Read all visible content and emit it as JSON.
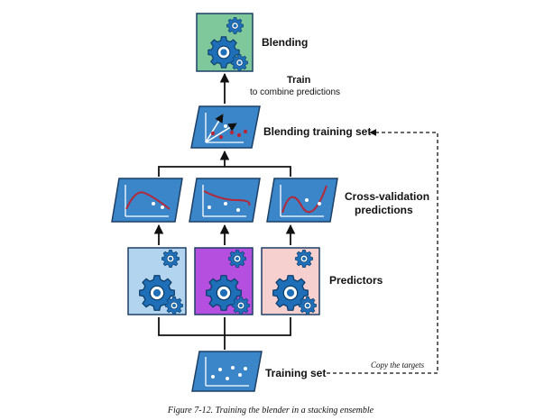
{
  "nodes": {
    "blending": {
      "label": "Blending",
      "color": "#7fc89c"
    },
    "train": {
      "label": "Train",
      "sublabel": "to combine predictions"
    },
    "blending_training_set": {
      "label": "Blending training set"
    },
    "cv_predictions": {
      "label_line1": "Cross-validation",
      "label_line2": "predictions"
    },
    "predictors": {
      "label": "Predictors",
      "colors": [
        "#b3d4ee",
        "#b44fe0",
        "#f6cfcf"
      ]
    },
    "training_set": {
      "label": "Training set"
    }
  },
  "edges": {
    "copy_targets_label": "Copy the targets"
  },
  "caption": "Figure 7-12. Training the blender in a stacking ensemble",
  "colors": {
    "panel_blue": "#3a86c8",
    "panel_border": "#1d3f66",
    "gear": "#1e6fb8",
    "curve": "#b5283a",
    "arrow": "#111111"
  }
}
